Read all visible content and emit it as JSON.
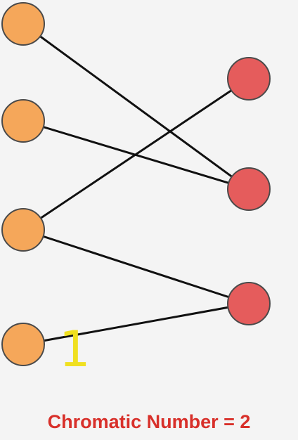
{
  "diagram": {
    "type": "bipartite-graph",
    "left_color": "#f5a75a",
    "right_color": "#e55c5c",
    "left_nodes": [
      "L1",
      "L2",
      "L3",
      "L4"
    ],
    "right_nodes": [
      "R1",
      "R2",
      "R3"
    ],
    "edges": [
      [
        "L1",
        "R2"
      ],
      [
        "L2",
        "R2"
      ],
      [
        "L3",
        "R1"
      ],
      [
        "L3",
        "R3"
      ],
      [
        "L4",
        "R3"
      ]
    ]
  },
  "annotation": {
    "text": "1",
    "color": "#f0e020"
  },
  "caption": {
    "text": "Chromatic Number = 2",
    "color": "#d8302a"
  }
}
